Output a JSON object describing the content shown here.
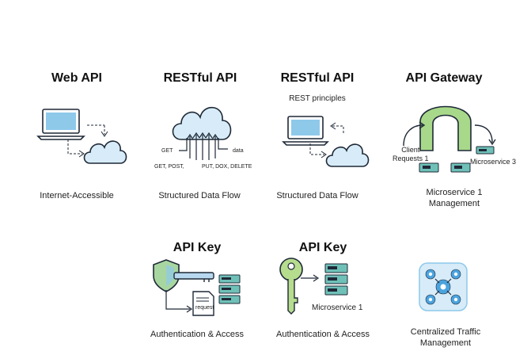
{
  "panels": {
    "web_api": {
      "title": "Web API",
      "caption": "Internet-Accessible"
    },
    "restful_1": {
      "title": "RESTful API",
      "caption": "Structured Data Flow",
      "labels": {
        "get": "GET",
        "data": "data",
        "get_post": "GET, POST,",
        "put_dox_delete": "PUT, DOX, DELETE"
      }
    },
    "restful_2": {
      "title": "RESTful API",
      "subtitle": "REST principles",
      "caption": "Structured Data Flow"
    },
    "gateway": {
      "title": "API Gateway",
      "client_line1": "Client",
      "client_line2": "Requests 1",
      "microservice": "Microservice 3",
      "caption_line1": "Microservice 1",
      "caption_line2": "Management"
    },
    "api_key_1": {
      "title": "API Key",
      "request": "request",
      "caption": "Authentication & Access"
    },
    "api_key_2": {
      "title": "API Key",
      "microservice": "Microservice 1",
      "caption": "Authentication & Access"
    },
    "traffic": {
      "caption_line1": "Centralized Traffic",
      "caption_line2": "Management"
    }
  },
  "colors": {
    "screen": "#8ec9ea",
    "cloud": "#d7ecf8",
    "outline": "#1f2937",
    "gateway_green": "#a8d98a",
    "shield": "#a8d6a0",
    "key_blue": "#b7d8ee",
    "key_green": "#b6dc8e",
    "server_teal": "#6fc1b8",
    "gear_blue": "#4aa3df"
  }
}
